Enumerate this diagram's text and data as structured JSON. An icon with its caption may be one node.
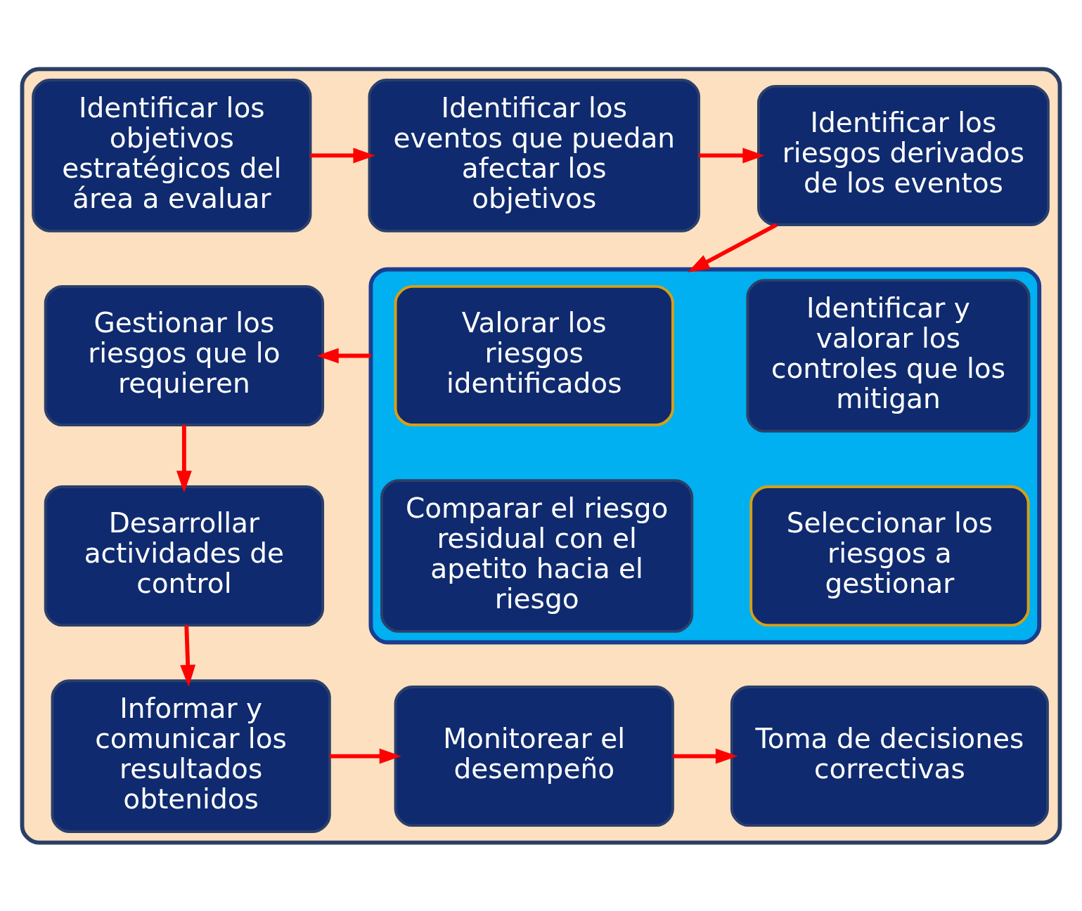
{
  "diagram": {
    "nodes": [
      {
        "text": [],
        "shape": "box"
      },
      {
        "text": [
          "Identificar los objetivos estratégicos del área a evaluar"
        ],
        "in": 0
      },
      {
        "text": [
          "Identificar los eventos que puedan afectar los objetivos"
        ],
        "in": 0
      },
      {
        "text": [
          "Identificar los riesgos derivados de los eventos"
        ],
        "in": 0
      },
      {
        "text": [],
        "shape": "box",
        "in": 0
      },
      {
        "text": [
          "Valorar los riesgos identificados"
        ],
        "in": 4
      },
      {
        "text": [
          "Identificar y valorar los controles que los mitigan"
        ],
        "in": 4
      },
      {
        "text": [
          "Comparar el riesgo residual con el apetito hacia el riesgo"
        ],
        "in": 4
      },
      {
        "text": [
          "Seleccionar los riesgos a gestionar"
        ],
        "in": 4
      },
      {
        "text": [
          "Gestionar los riesgos que lo requieren"
        ],
        "in": 0
      },
      {
        "text": [
          "Desarrollar actividades de control"
        ],
        "in": 0
      },
      {
        "text": [
          "Informar y comunicar los resultados obtenidos"
        ],
        "in": 0
      },
      {
        "text": [
          "Monitorear el desempeño"
        ],
        "in": 0
      },
      {
        "text": [
          "Toma de decisiones correctivas"
        ],
        "in": 0
      }
    ],
    "edges": [
      {
        "from": 1,
        "to": 2,
        "arrow": "to"
      },
      {
        "from": 2,
        "to": 3,
        "arrow": "to"
      },
      {
        "from": 3,
        "to": 4,
        "arrow": "to"
      },
      {
        "from": 4,
        "to": 9,
        "arrow": "to"
      },
      {
        "from": 9,
        "to": 10,
        "arrow": "to"
      },
      {
        "from": 10,
        "to": 11,
        "arrow": "to"
      },
      {
        "from": 11,
        "to": 12,
        "arrow": "to"
      },
      {
        "from": 12,
        "to": 13,
        "arrow": "to"
      }
    ]
  }
}
